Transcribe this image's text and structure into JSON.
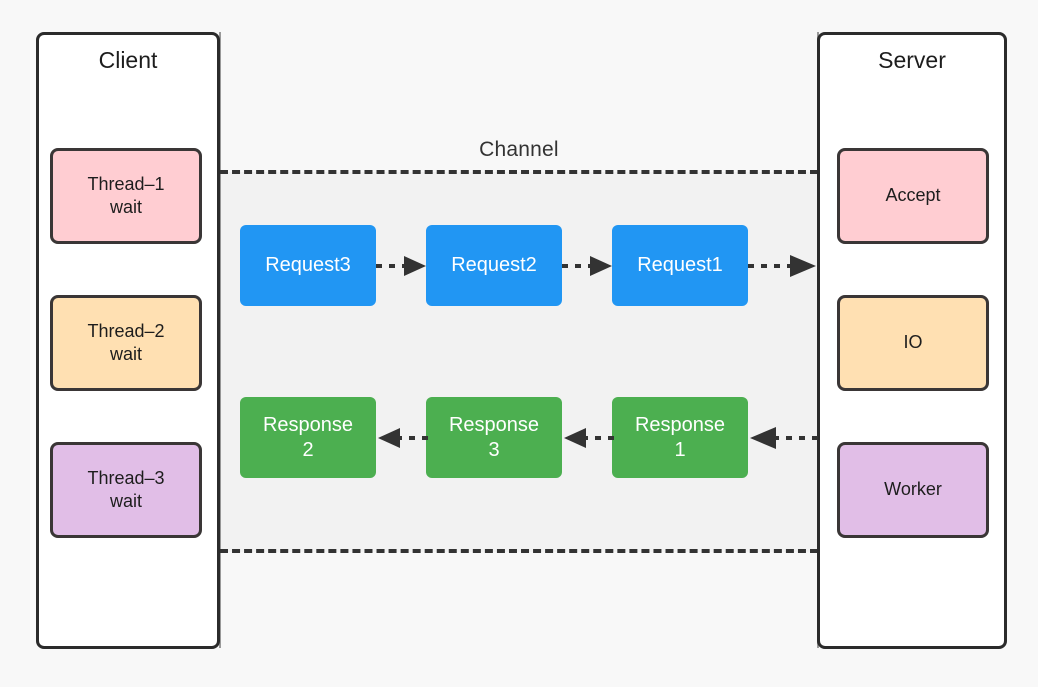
{
  "background": {
    "page_color": "#f8f8f8",
    "channel_color": "#f2f2f2"
  },
  "channel": {
    "label": "Channel"
  },
  "client": {
    "title": "Client",
    "threads": [
      {
        "id": "thread-1",
        "label": "Thread–1\nwait",
        "color": "#ffcdd2"
      },
      {
        "id": "thread-2",
        "label": "Thread–2\nwait",
        "color": "#ffe0b2"
      },
      {
        "id": "thread-3",
        "label": "Thread–3\nwait",
        "color": "#e1bee7"
      }
    ]
  },
  "server": {
    "title": "Server",
    "roles": [
      {
        "id": "accept",
        "label": "Accept",
        "color": "#ffcdd2"
      },
      {
        "id": "io",
        "label": "IO",
        "color": "#ffe0b2"
      },
      {
        "id": "worker",
        "label": "Worker",
        "color": "#e1bee7"
      }
    ]
  },
  "messages": {
    "requests": [
      {
        "id": "request3",
        "label": "Request3",
        "color": "#2196f3"
      },
      {
        "id": "request2",
        "label": "Request2",
        "color": "#2196f3"
      },
      {
        "id": "request1",
        "label": "Request1",
        "color": "#2196f3"
      }
    ],
    "responses": [
      {
        "id": "response2",
        "label": "Response\n2",
        "color": "#4caf50"
      },
      {
        "id": "response3",
        "label": "Response\n3",
        "color": "#4caf50"
      },
      {
        "id": "response1",
        "label": "Response\n1",
        "color": "#4caf50"
      }
    ]
  },
  "connectors": {
    "style": "dotted-arrow",
    "color": "#333333",
    "request_flow": "left-to-right",
    "response_flow": "right-to-left"
  }
}
